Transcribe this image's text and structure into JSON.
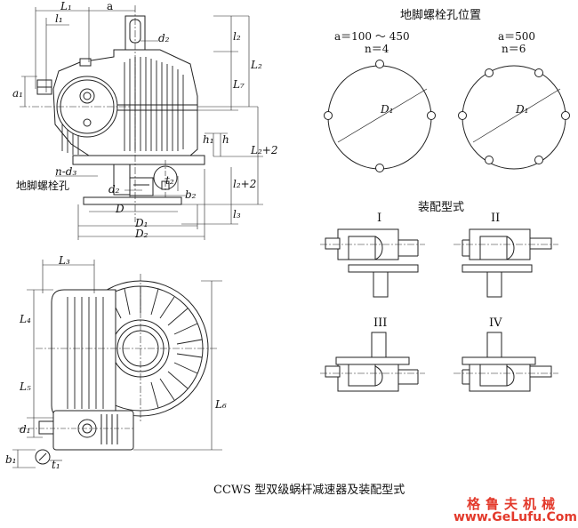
{
  "top_view": {
    "dims": {
      "L1": "L₁",
      "l1": "l₁",
      "a": "a",
      "d2": "d₂",
      "l2": "l₂",
      "L2": "L₂",
      "L7": "L₇",
      "a1": "a₁",
      "h1": "h₁",
      "h": "h",
      "L2p2": "L₂+2",
      "nd3": "n-d₃",
      "t2": "t₂",
      "b2": "b₂",
      "l2p2": "l₂+2",
      "l3": "l₃",
      "D": "D",
      "D1": "D₁",
      "D2": "D₂"
    },
    "bolt_hole_label": "地脚螺栓孔"
  },
  "side_view": {
    "dims": {
      "L3": "L₃",
      "L4": "L₄",
      "L5": "L₅",
      "L6": "L₆",
      "d1": "d₁",
      "b1": "b₁",
      "t1": "t₁"
    }
  },
  "bolt_positions": {
    "title": "地脚螺栓孔位置",
    "left": {
      "a_range": "a＝100 ～ 450",
      "n": "n＝4",
      "D": "D₁"
    },
    "right": {
      "a_range": "a＝500",
      "n": "n＝6",
      "D": "D₁"
    }
  },
  "assembly": {
    "title": "装配型式",
    "types": [
      "I",
      "II",
      "III",
      "IV"
    ]
  },
  "caption": "CCWS 型双级蜗杆减速器及装配型式",
  "watermark": {
    "cn": "格鲁夫机械",
    "url": "www.GeLufu.Com"
  }
}
